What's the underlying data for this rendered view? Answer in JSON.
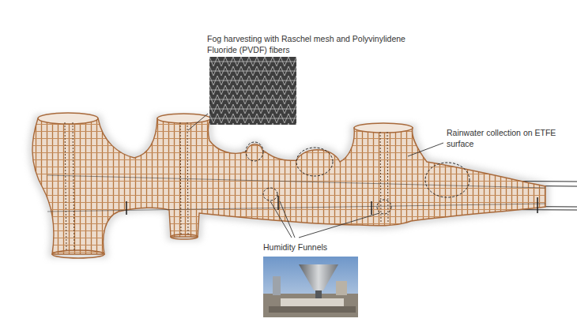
{
  "diagram": {
    "labels": [
      "Fog harvesting with Raschel mesh and Polyvinylidene Fluoride (PVDF) fibers",
      "Rainwater collection on ETFE surface",
      "Humidity Funnels"
    ]
  }
}
